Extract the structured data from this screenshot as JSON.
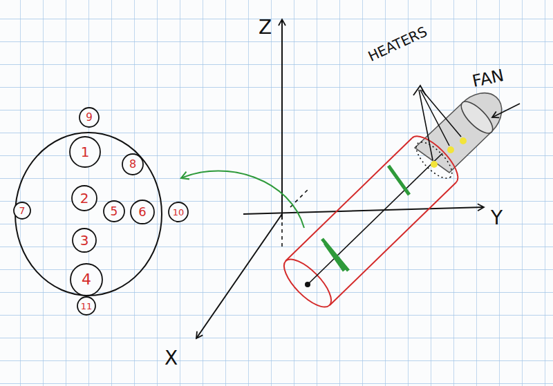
{
  "diagram": {
    "nodes": [
      {
        "text": [
          "9"
        ]
      },
      {
        "text": [
          "1"
        ]
      },
      {
        "text": [
          "8"
        ]
      },
      {
        "text": [
          "7"
        ]
      },
      {
        "text": [
          "2"
        ]
      },
      {
        "text": [
          "5"
        ]
      },
      {
        "text": [
          "6"
        ]
      },
      {
        "text": [
          "10"
        ]
      },
      {
        "text": [
          "3"
        ]
      },
      {
        "text": [
          "4"
        ]
      },
      {
        "text": [
          "11"
        ]
      }
    ],
    "labels": [
      "Z",
      "Y",
      "X",
      "HEATERS",
      "FAN"
    ]
  }
}
